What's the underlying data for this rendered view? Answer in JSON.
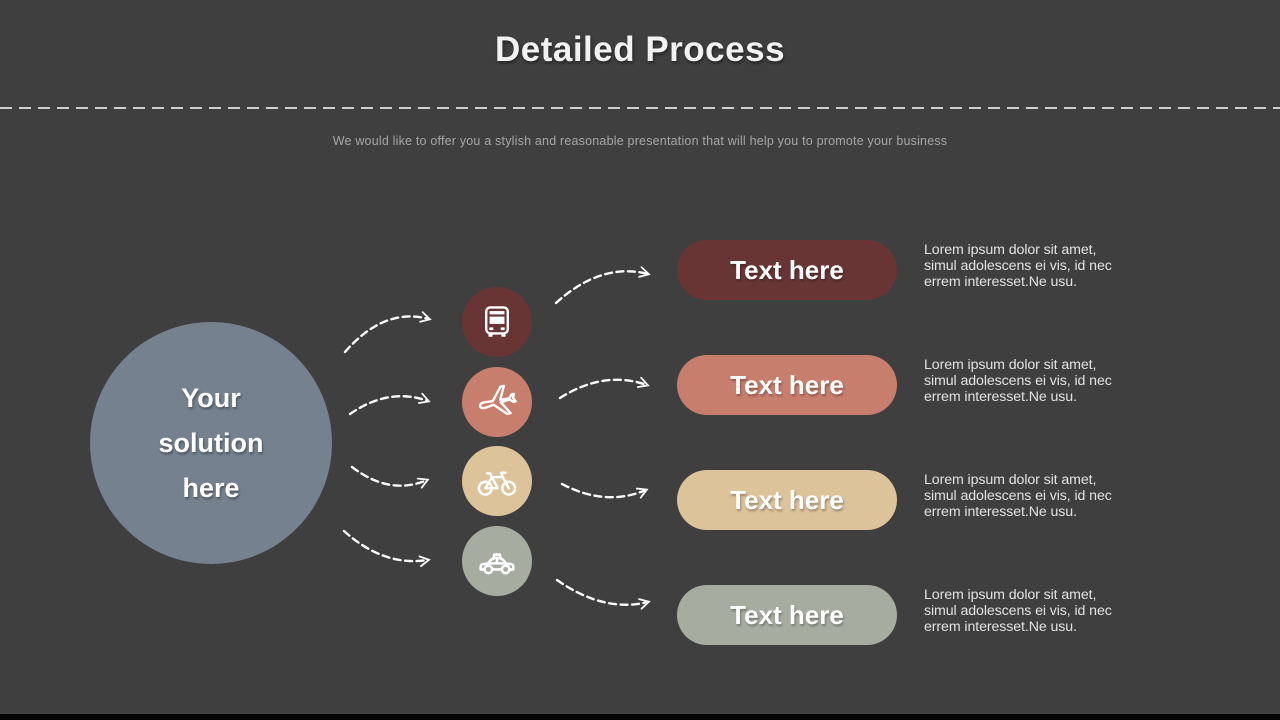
{
  "title": "Detailed Process",
  "subtitle": "We would like to offer you a stylish and reasonable presentation that will help you to promote your business",
  "solution": {
    "line1": "Your",
    "line2": "solution",
    "line3": "here",
    "color": "#75818F"
  },
  "rows": [
    {
      "icon": "bus-icon",
      "color": "#693534",
      "button_label": "Text here",
      "desc_line1": "Lorem ipsum dolor sit amet,",
      "desc_line2": "simul adolescens ei vis, id nec",
      "desc_line3": "errem interesset.Ne usu."
    },
    {
      "icon": "plane-icon",
      "color": "#C87E6D",
      "button_label": "Text here",
      "desc_line1": "Lorem ipsum dolor sit amet,",
      "desc_line2": "simul adolescens ei vis, id nec",
      "desc_line3": "errem interesset.Ne usu."
    },
    {
      "icon": "bicycle-icon",
      "color": "#DCC399",
      "button_label": "Text here",
      "desc_line1": "Lorem ipsum dolor sit amet,",
      "desc_line2": "simul adolescens ei vis, id nec",
      "desc_line3": "errem interesset.Ne usu."
    },
    {
      "icon": "car-icon",
      "color": "#A7ACA1",
      "button_label": "Text here",
      "desc_line1": "Lorem ipsum dolor sit amet,",
      "desc_line2": "simul adolescens ei vis, id nec",
      "desc_line3": "errem interesset.Ne usu."
    }
  ],
  "colors": {
    "background": "#3F3F3F",
    "title_text": "#F2F2F2",
    "subtitle_text": "#A6A6A6",
    "divider": "#CFCFCF",
    "arrow": "#FAFAFA",
    "body_text": "#E2E2E2",
    "button_text": "#FFFFFF",
    "bottom_bar": "#030303"
  }
}
